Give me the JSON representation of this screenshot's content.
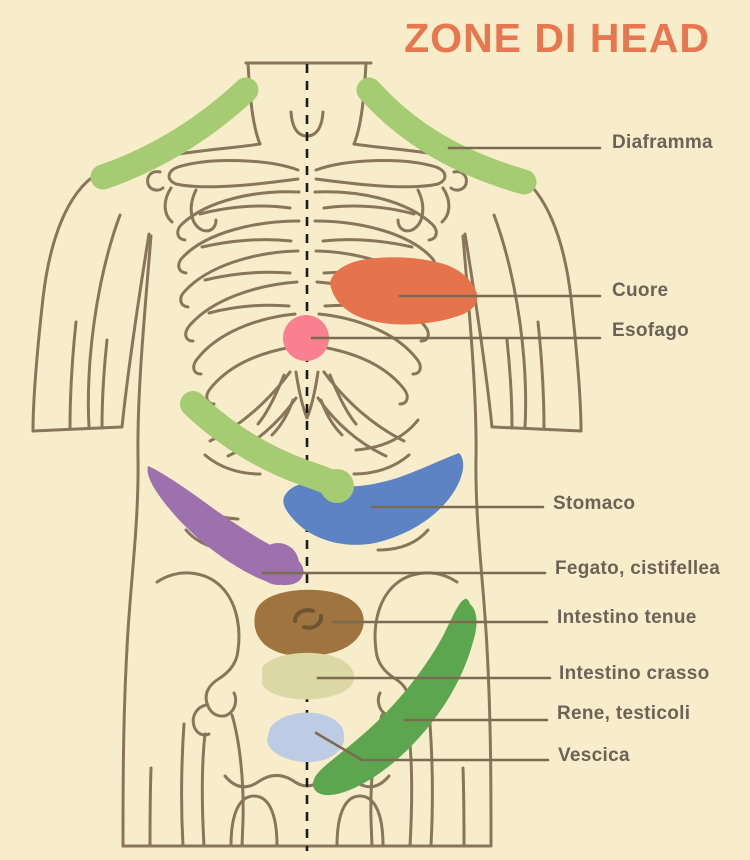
{
  "title": {
    "text": "ZONE DI HEAD"
  },
  "colors": {
    "background": "#f8edca",
    "outline": "#87765a",
    "leader_line": "#7b6b50",
    "label_text": "#6b6357",
    "title": "#e8764e",
    "midline": "#1b1b1b"
  },
  "zones": {
    "diaframma": {
      "label": "Diaframma",
      "color": "#a6cc73"
    },
    "cuore": {
      "label": "Cuore",
      "color": "#e5744c"
    },
    "esofago": {
      "label": "Esofago",
      "color": "#f9818f"
    },
    "stomaco": {
      "label": "Stomaco",
      "color": "#5c84c4"
    },
    "fegato": {
      "label": "Fegato, cistifellea",
      "color": "#9c71ad"
    },
    "intestino_tenue": {
      "label": "Intestino tenue",
      "color": "#a0743f",
      "marker_color": "#6f5433"
    },
    "intestino_crasso": {
      "label": "Intestino crasso",
      "color": "#dcd8a6"
    },
    "rene": {
      "label": "Rene, testicoli",
      "color": "#5da650"
    },
    "vescica": {
      "label": "Vescica",
      "color": "#becbe4"
    }
  }
}
